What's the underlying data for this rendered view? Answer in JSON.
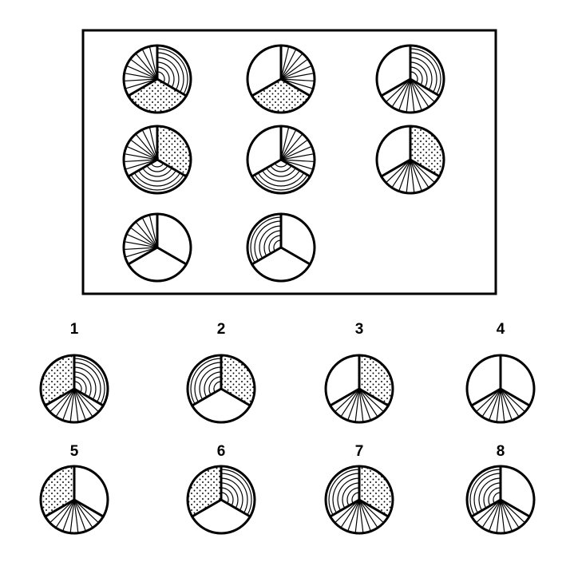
{
  "puzzle": {
    "grid": [
      [
        {
          "top_right": "arcs",
          "bottom": "dots",
          "top_left": "rays"
        },
        {
          "top_right": "rays",
          "bottom": "dots",
          "top_left": "blank"
        },
        {
          "top_right": "arcs",
          "bottom": "rays",
          "top_left": "blank"
        }
      ],
      [
        {
          "top_right": "dots",
          "bottom": "arcs",
          "top_left": "rays"
        },
        {
          "top_right": "rays",
          "bottom": "arcs",
          "top_left": "blank"
        },
        {
          "top_right": "dots",
          "bottom": "rays",
          "top_left": "blank"
        }
      ],
      [
        {
          "top_right": "blank",
          "bottom": "blank",
          "top_left": "rays"
        },
        {
          "top_right": "blank",
          "bottom": "blank",
          "top_left": "arcs"
        }
      ]
    ]
  },
  "options": [
    {
      "label": "1",
      "sectors": {
        "top_right": "arcs",
        "bottom": "rays",
        "top_left": "dots"
      }
    },
    {
      "label": "2",
      "sectors": {
        "top_right": "dots",
        "bottom": "blank",
        "top_left": "arcs"
      }
    },
    {
      "label": "3",
      "sectors": {
        "top_right": "dots",
        "bottom": "rays",
        "top_left": "blank"
      }
    },
    {
      "label": "4",
      "sectors": {
        "top_right": "blank",
        "bottom": "rays",
        "top_left": "blank"
      }
    },
    {
      "label": "5",
      "sectors": {
        "top_right": "blank",
        "bottom": "rays",
        "top_left": "dots"
      }
    },
    {
      "label": "6",
      "sectors": {
        "top_right": "arcs",
        "bottom": "blank",
        "top_left": "dots"
      }
    },
    {
      "label": "7",
      "sectors": {
        "top_right": "dots",
        "bottom": "rays",
        "top_left": "arcs"
      }
    },
    {
      "label": "8",
      "sectors": {
        "top_right": "blank",
        "bottom": "rays",
        "top_left": "arcs"
      }
    }
  ]
}
